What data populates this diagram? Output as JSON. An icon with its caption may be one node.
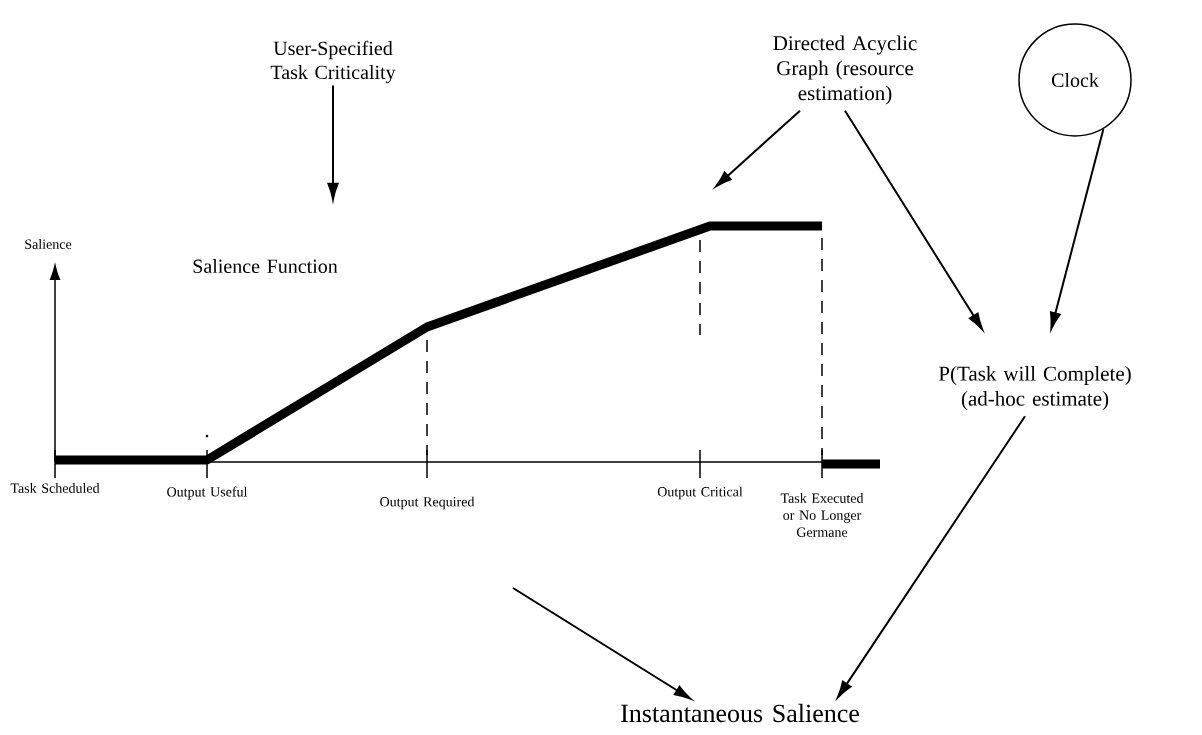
{
  "diagram": {
    "nodes": [
      {
        "text": [
          "User-Specified Task Criticality"
        ]
      },
      {
        "text": [
          "Salience Function"
        ]
      },
      {
        "text": [
          "Directed Acyclic Graph (resource estimation)"
        ]
      },
      {
        "text": [
          "Clock"
        ]
      },
      {
        "text": [
          "P(Task will Complete) (ad-hoc estimate)"
        ]
      },
      {
        "text": [
          "Instantaneous Salience"
        ]
      }
    ],
    "edges": [
      {
        "from": 0,
        "to": 1,
        "arrow": "to"
      },
      {
        "from": 2,
        "to": null,
        "arrow": "to"
      },
      {
        "from": 2,
        "to": 4,
        "arrow": "to"
      },
      {
        "from": 3,
        "to": 4,
        "arrow": "to"
      },
      {
        "from": 4,
        "to": 5,
        "arrow": "to"
      },
      {
        "from": null,
        "to": 5,
        "arrow": "to"
      }
    ],
    "labels": [
      "Salience",
      "Task Scheduled",
      "Output Useful",
      "Output Required",
      "Output Critical",
      "Task Executed or No Longer Germane"
    ]
  }
}
